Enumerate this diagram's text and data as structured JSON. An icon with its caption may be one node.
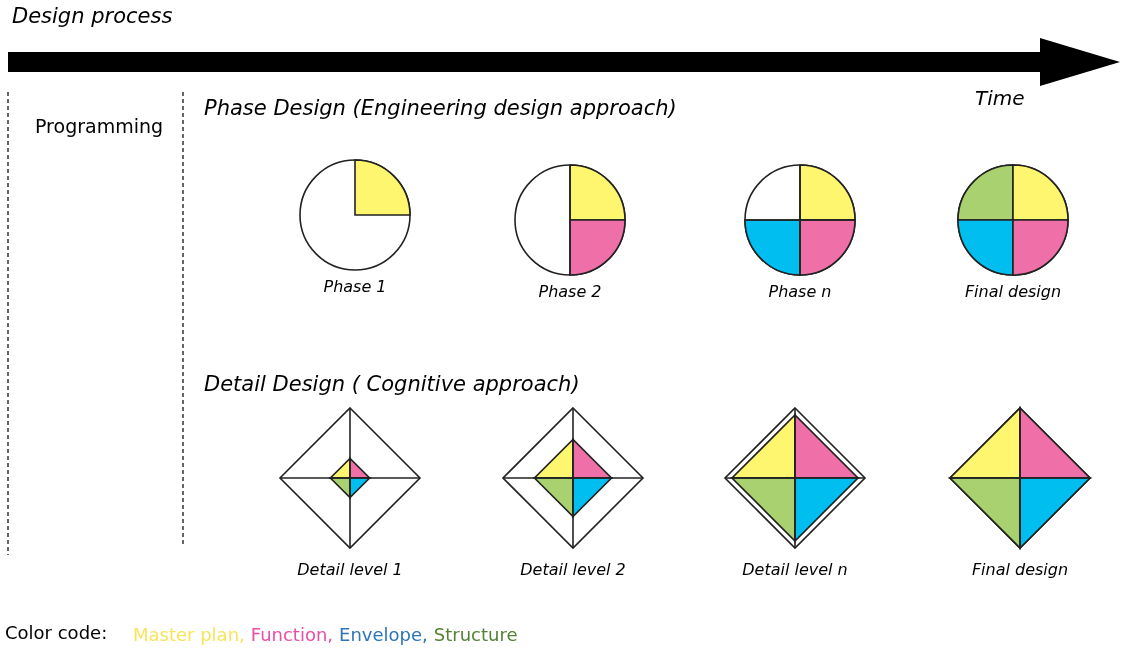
{
  "diagram": {
    "title": "Design process",
    "nodes": [
      {
        "text": [],
        "shape": "circle",
        "beside": [
          "Phase 1"
        ]
      },
      {
        "text": [],
        "shape": "circle",
        "beside": [
          "Phase 2"
        ]
      },
      {
        "text": [],
        "shape": "circle",
        "beside": [
          "Phase n"
        ]
      },
      {
        "text": [],
        "shape": "circle",
        "beside": [
          "Final design"
        ]
      },
      {
        "text": [],
        "shape": "diamond",
        "beside": [
          "Detail level 1"
        ]
      },
      {
        "text": [],
        "shape": "diamond",
        "beside": [
          "Detail level 2"
        ]
      },
      {
        "text": [],
        "shape": "diamond",
        "beside": [
          "Detail level n"
        ]
      },
      {
        "text": [],
        "shape": "diamond",
        "beside": [
          "Final design"
        ]
      }
    ],
    "edges": [],
    "labels": [
      "Time",
      "Programming",
      "Phase Design (Engineering design approach)",
      "Detail Design ( Cognitive approach)",
      "Color code:"
    ],
    "legend": [
      {
        "text": "Master plan,",
        "color": "#f7e45c"
      },
      {
        "text": "Function,",
        "color": "#e94fa5"
      },
      {
        "text": "Envelope,",
        "color": "#2e75b6"
      },
      {
        "text": "Structure",
        "color": "#548235"
      }
    ]
  }
}
